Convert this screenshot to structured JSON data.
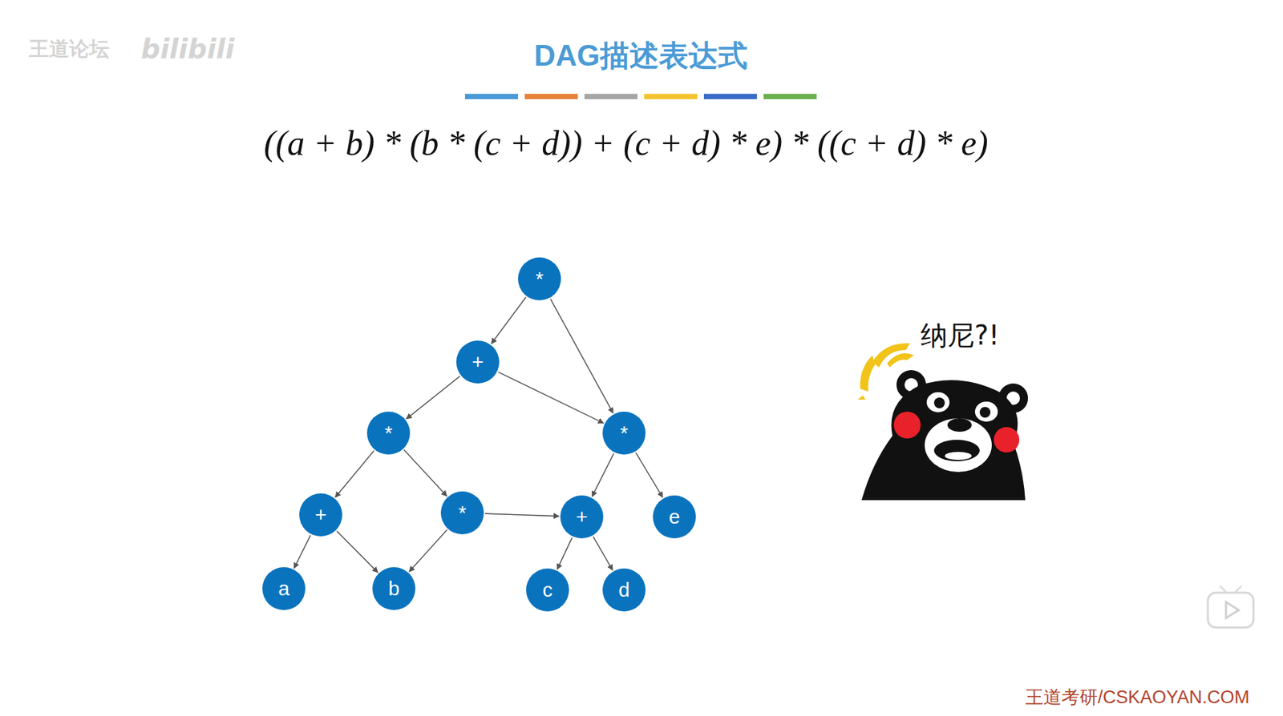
{
  "diagram": {
    "title": "DAG描述表达式",
    "nodes": [
      {
        "text": [
          "*"
        ]
      },
      {
        "text": [
          "+"
        ]
      },
      {
        "text": [
          "*"
        ]
      },
      {
        "text": [
          "*"
        ]
      },
      {
        "text": [
          "+"
        ]
      },
      {
        "text": [
          "*"
        ]
      },
      {
        "text": [
          "+"
        ]
      },
      {
        "text": [
          "e"
        ]
      },
      {
        "text": [
          "a"
        ]
      },
      {
        "text": [
          "b"
        ]
      },
      {
        "text": [
          "c"
        ]
      },
      {
        "text": [
          "d"
        ]
      }
    ],
    "edges": [
      {
        "from": 0,
        "to": 1,
        "arrow": "to"
      },
      {
        "from": 0,
        "to": 3,
        "arrow": "to"
      },
      {
        "from": 1,
        "to": 2,
        "arrow": "to"
      },
      {
        "from": 1,
        "to": 3,
        "arrow": "to"
      },
      {
        "from": 2,
        "to": 4,
        "arrow": "to"
      },
      {
        "from": 2,
        "to": 5,
        "arrow": "to"
      },
      {
        "from": 3,
        "to": 6,
        "arrow": "to"
      },
      {
        "from": 3,
        "to": 7,
        "arrow": "to"
      },
      {
        "from": 4,
        "to": 8,
        "arrow": "to"
      },
      {
        "from": 4,
        "to": 9,
        "arrow": "to"
      },
      {
        "from": 5,
        "to": 9,
        "arrow": "to"
      },
      {
        "from": 5,
        "to": 6,
        "arrow": "to"
      },
      {
        "from": 6,
        "to": 10,
        "arrow": "to"
      },
      {
        "from": 6,
        "to": 11,
        "arrow": "to"
      }
    ],
    "labels": [
      "王道论坛",
      "bilibili",
      "((a + b) * (b * (c + d)) + (c + d) * e) * ((c + d) * e)",
      "纳尼?!",
      "王道考研/CSKAOYAN.COM"
    ]
  }
}
